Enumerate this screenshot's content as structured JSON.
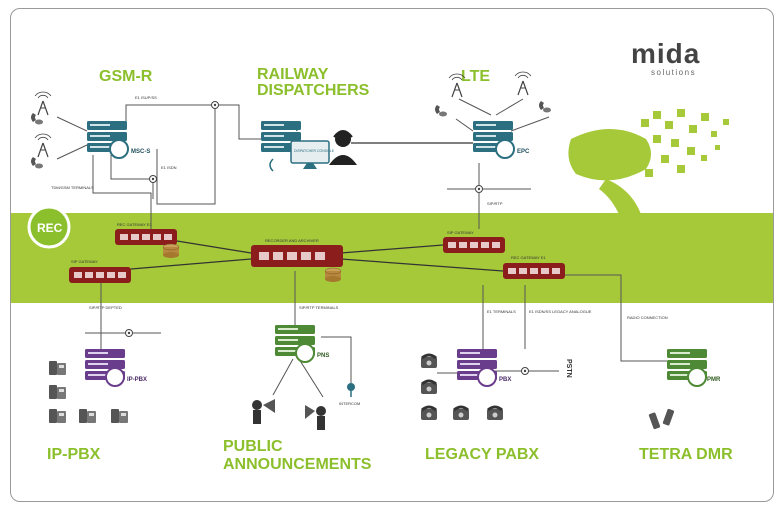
{
  "logo": {
    "brand": "mida",
    "sub": "solutions"
  },
  "badge": {
    "rec": "REC"
  },
  "titles": {
    "gsmr": "GSM-R",
    "railway_1": "RAILWAY",
    "railway_2": "DISPATCHERS",
    "lte": "LTE",
    "ippbx": "IP-PBX",
    "public_1": "PUBLIC",
    "public_2": "ANNOUNCEMENTS",
    "legacy": "LEGACY PABX",
    "tetra": "TETRA DMR"
  },
  "servers": {
    "msc": "MSC-S",
    "epc": "EPC",
    "ippbx": "IP-PBX",
    "pns": "PNS",
    "pbx": "PBX",
    "pmr": "PMR"
  },
  "gateways": {
    "left_top": "REC GATEWAY E1",
    "left_bottom": "SIP GATEWAY",
    "center": "RECORDER AND ARCHIVER",
    "right_top": "SIP GATEWAY",
    "right_bottom": "REC GATEWAY E1"
  },
  "labels": {
    "e1_isup": "E1 ISUP/SS",
    "e1_isdn": "E1 ISDN",
    "tdm": "TDM/GSM TERMINALS",
    "sipr": "SIP/RTP",
    "sip_ip": "SIP/RTP DEPTED",
    "sip_pns": "SIP/RTP TERMINALS",
    "e1_term": "E1 TERMINALS",
    "e1_legacy": "E1 ISDN/SS LEGACY ANALOGUE",
    "radio": "RADIO CONNECTION",
    "intercom": "INTERCOM",
    "pstn": "PSTN",
    "dispatcher_console": "DISPATCHER CONSOLE"
  },
  "colors": {
    "green": "#8cbf2c",
    "band": "#a6c93a",
    "teal": "#2b6f80",
    "purple": "#6a3d8c",
    "gwred": "#8b1d1d",
    "pnsgreen": "#4e8a36"
  }
}
